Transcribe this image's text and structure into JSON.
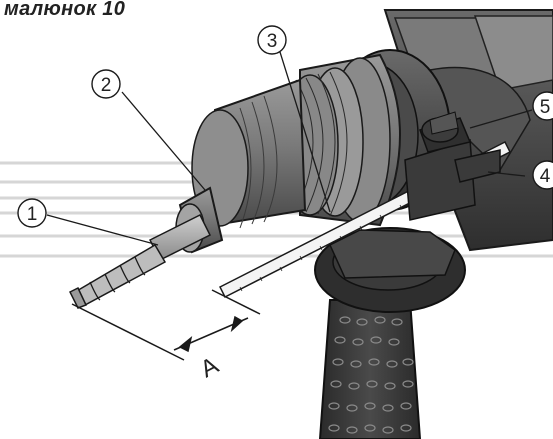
{
  "caption": "малюнок 10",
  "callouts": {
    "c1": "1",
    "c2": "2",
    "c3": "3",
    "c4": "4",
    "c5": "5"
  },
  "dimension_label": "A",
  "colors": {
    "body_dark": "#3d3d3d",
    "body_mid": "#5a5a5a",
    "chuck_light": "#8a8a8a",
    "line": "#1a1a1a",
    "guide_lines": "#d0d0d0"
  }
}
